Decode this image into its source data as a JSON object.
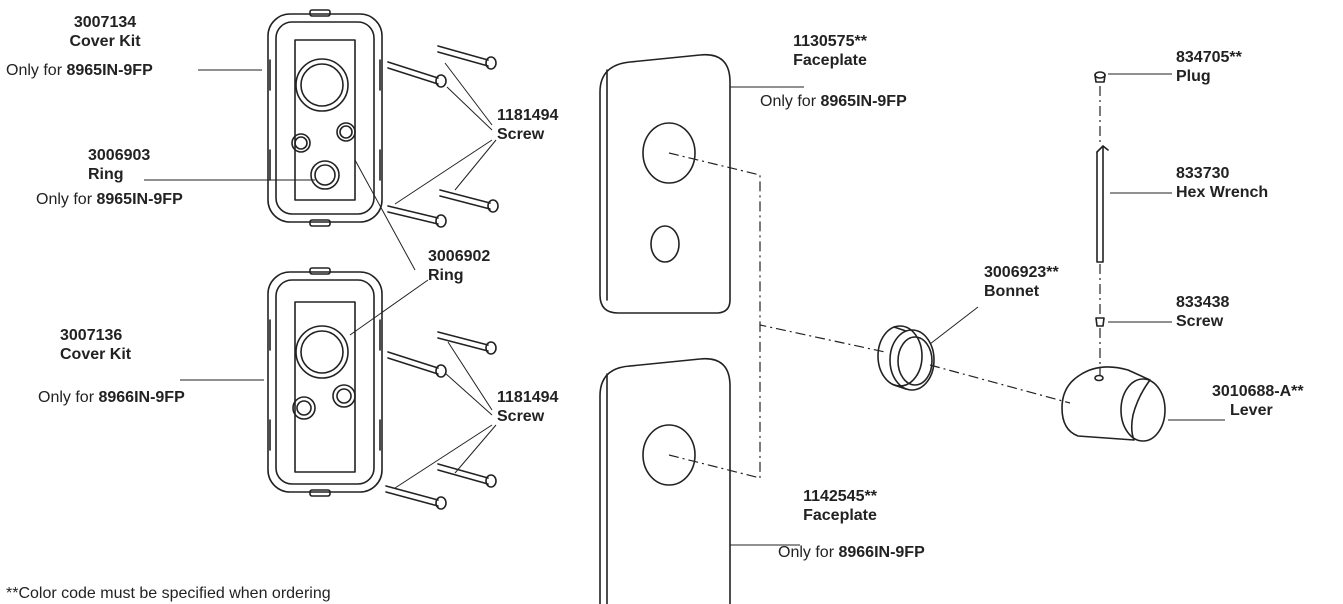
{
  "parts": {
    "cover_kit_1": {
      "number": "3007134",
      "name": "Cover Kit",
      "note_prefix": "Only for ",
      "note_model": "8965IN-9FP"
    },
    "ring_1": {
      "number": "3006903",
      "name": "Ring",
      "note_prefix": "Only for ",
      "note_model": "8965IN-9FP"
    },
    "ring_2": {
      "number": "3006902",
      "name": "Ring"
    },
    "cover_kit_2": {
      "number": "3007136",
      "name": "Cover Kit",
      "note_prefix": "Only for ",
      "note_model": "8966IN-9FP"
    },
    "screw_1": {
      "number": "1181494",
      "name": "Screw"
    },
    "screw_2": {
      "number": "1181494",
      "name": "Screw"
    },
    "faceplate_1": {
      "number": "1130575**",
      "name": "Faceplate",
      "note_prefix": "Only for ",
      "note_model": "8965IN-9FP"
    },
    "faceplate_2": {
      "number": "1142545**",
      "name": "Faceplate",
      "note_prefix": "Only for ",
      "note_model": "8966IN-9FP"
    },
    "bonnet": {
      "number": "3006923**",
      "name": "Bonnet"
    },
    "plug": {
      "number": "834705**",
      "name": "Plug"
    },
    "hex_wrench": {
      "number": "833730",
      "name": "Hex Wrench"
    },
    "screw_3": {
      "number": "833438",
      "name": "Screw"
    },
    "lever": {
      "number": "3010688-A**",
      "name": "Lever"
    }
  },
  "footnote": "**Color code must be specified when ordering"
}
